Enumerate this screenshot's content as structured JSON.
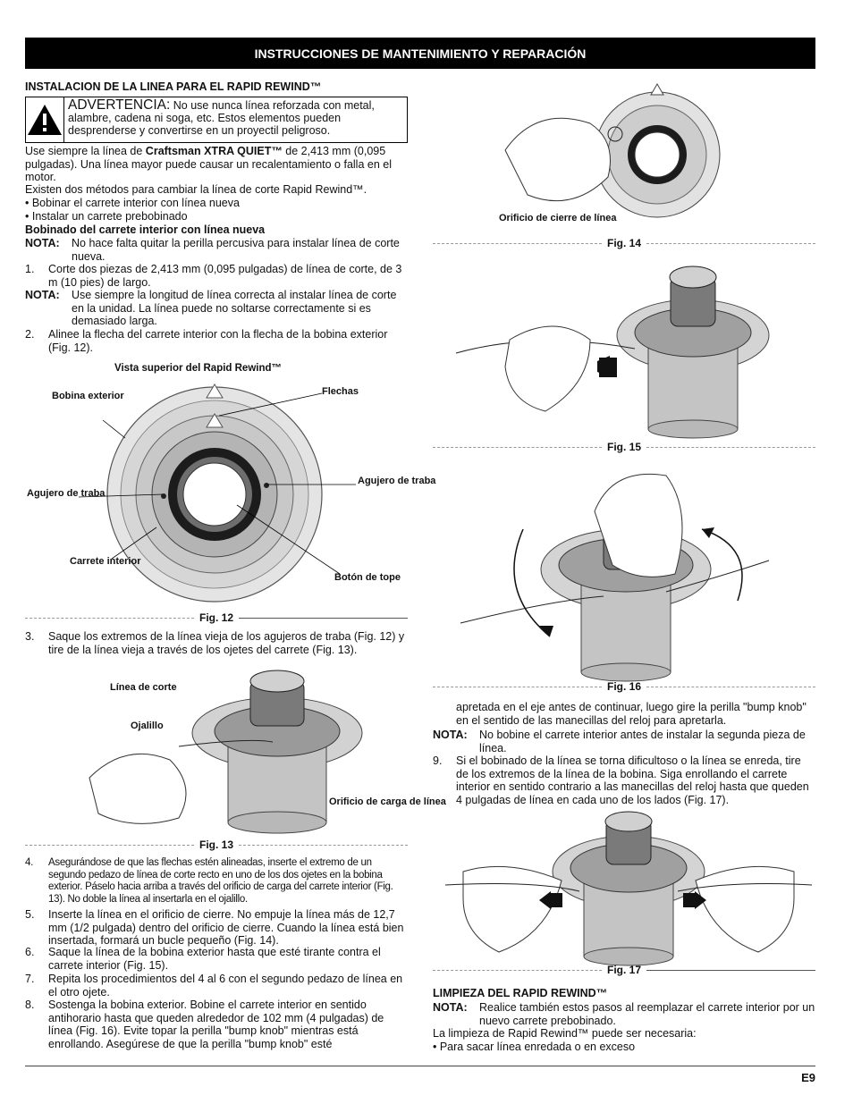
{
  "banner": "INSTRUCCIONES DE MANTENIMIENTO Y REPARACIÓN",
  "section1_title": "INSTALACION DE LA LINEA PARA EL RAPID REWIND™",
  "warning": {
    "title": "ADVERTENCIA:",
    "text": " No use nunca línea reforzada con metal, alambre, cadena ni soga, etc. Estos elementos pueden desprenderse y convertirse en un proyectil peligroso."
  },
  "para1_pre": "Use siempre la línea de ",
  "para1_bold": "Craftsman XTRA QUIET™",
  "para1_post": " de 2,413 mm (0,095 pulgadas). Una línea mayor puede causar un recalentamiento o falla en el motor.",
  "para2": "Existen dos métodos para cambiar la línea de corte Rapid Rewind™.",
  "bullet1": "• Bobinar el carrete interior con línea nueva",
  "bullet2": "• Instalar un carrete prebobinado",
  "subhead1": "Bobinado del carrete interior con línea nueva",
  "note1_k": "NOTA:",
  "note1_v": "No hace falta quitar la perilla percusiva para instalar línea de corte nueva.",
  "step1_k": "1.",
  "step1_v": "Corte dos piezas de 2,413 mm (0,095 pulgadas) de línea de corte, de 3 m (10 pies) de largo.",
  "note2_k": "NOTA:",
  "note2_v": "Use siempre la longitud de línea correcta al instalar línea de corte en la unidad. La línea puede no soltarse correctamente si es demasiado larga.",
  "step2_k": "2.",
  "step2_v": "Alinee la flecha del carrete interior con la flecha de la bobina exterior (Fig. 12).",
  "fig12": {
    "title": "Vista superior del Rapid Rewind™",
    "bobina": "Bobina exterior",
    "flechas": "Flechas",
    "agujero_l": "Agujero de traba",
    "agujero_r": "Agujero de traba",
    "carrete": "Carrete interior",
    "boton": "Botón de tope",
    "caption": "Fig. 12"
  },
  "step3_k": "3.",
  "step3_v": "Saque los extremos de la línea vieja de los agujeros de traba (Fig. 12) y tire de la línea vieja a través de los ojetes del carrete (Fig. 13).",
  "fig13": {
    "linea": "Línea de corte",
    "ojalillo": "Ojalillo",
    "orificio": "Orificio de carga de línea",
    "caption": "Fig. 13"
  },
  "step4_k": "4.",
  "step4_v": "Asegurándose de que las flechas estén alineadas, inserte el extremo de un segundo pedazo de línea de corte recto en uno de los dos ojetes en la bobina exterior. Páselo hacia arriba a través del orificio de carga del carrete interior (Fig. 13). No doble la línea al insertarla en el ojalillo.",
  "step5_k": "5.",
  "step5_v": "Inserte la línea en el orificio de cierre. No empuje la línea más de 12,7 mm (1/2 pulgada) dentro del orificio de cierre. Cuando la línea está bien insertada, formará un bucle pequeño (Fig. 14).",
  "step6_k": "6.",
  "step6_v": "Saque la línea de la bobina exterior hasta que esté tirante contra el carrete interior (Fig. 15).",
  "step7_k": "7.",
  "step7_v": "Repita los procedimientos del 4 al 6 con el segundo pedazo de línea en el otro ojete.",
  "step8_k": "8.",
  "step8_v": "Sostenga la bobina exterior. Bobine el carrete interior en sentido antihorario hasta que queden alrededor de 102 mm (4 pulgadas) de línea (Fig. 16). Evite topar la perilla \"bump knob\" mientras está enrollando. Asegúrese de que la perilla \"bump knob\" esté",
  "fig14": {
    "orificio": "Orificio de cierre de línea",
    "caption": "Fig. 14"
  },
  "fig15": {
    "caption": "Fig. 15"
  },
  "fig16": {
    "caption": "Fig. 16"
  },
  "cont8": "apretada en el eje antes de continuar, luego gire la perilla \"bump knob\" en el sentido de las manecillas del reloj para apretarla.",
  "note3_k": "NOTA:",
  "note3_v": "No bobine el carrete interior antes de instalar la segunda pieza de línea.",
  "step9_k": "9.",
  "step9_v": "Si el bobinado de la línea se torna dificultoso o la línea se enreda, tire de los extremos de la línea de la bobina. Siga enrollando el carrete interior en sentido contrario a las manecillas del reloj hasta que queden 4 pulgadas de línea en cada uno de los lados (Fig. 17).",
  "fig17": {
    "caption": "Fig. 17"
  },
  "section2_title": "LIMPIEZA DEL RAPID REWIND™",
  "note4_k": "NOTA:",
  "note4_v": "Realice también estos pasos al reemplazar el carrete interior por un nuevo carrete prebobinado.",
  "para3": "La limpieza de Rapid Rewind™ puede ser necesaria:",
  "bullet3": "•  Para sacar línea enredada o en exceso",
  "page_num": "E9"
}
